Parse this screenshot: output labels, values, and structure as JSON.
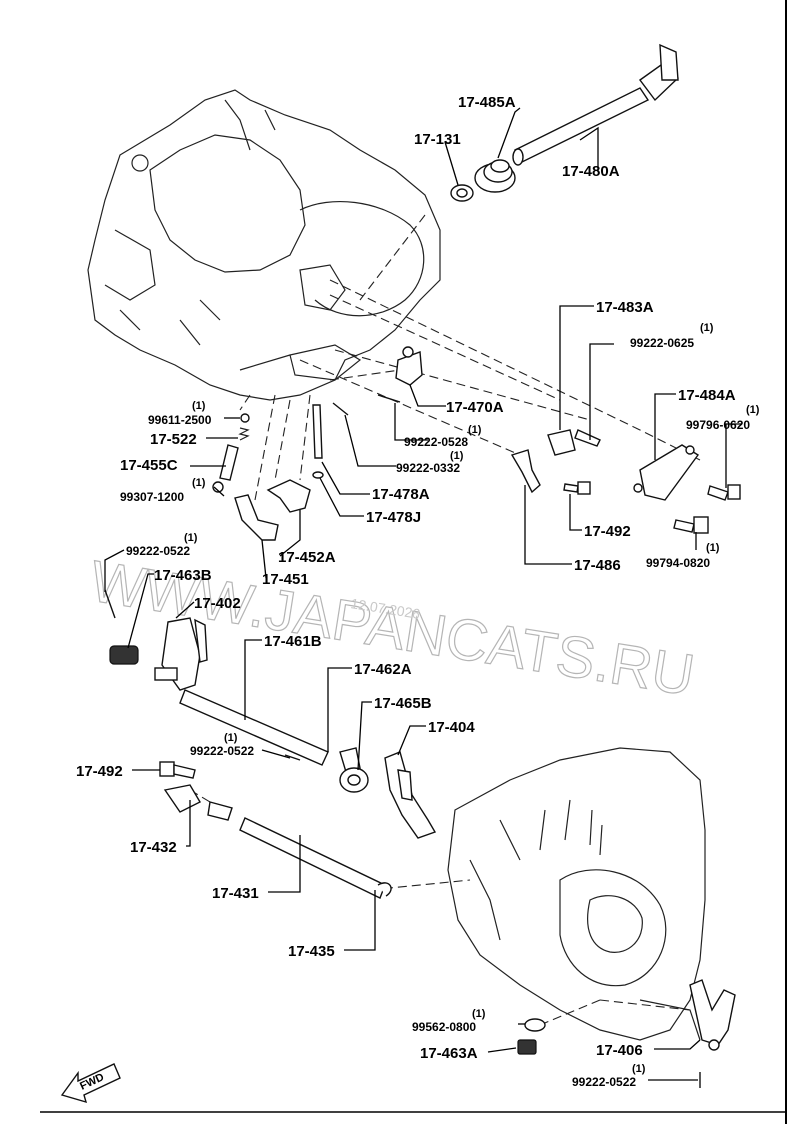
{
  "watermark": {
    "text": "WWW.JAPANCATS.RU",
    "date": "12.07.2026"
  },
  "fwd_label": "FWD",
  "labels": [
    {
      "code": "17-485A"
    },
    {
      "code": "17-131"
    },
    {
      "code": "17-480A"
    },
    {
      "code": "17-483A"
    },
    {
      "code": "99222-0625",
      "qty": "(1)"
    },
    {
      "code": "17-484A"
    },
    {
      "code": "99796-0620",
      "qty": "(1)"
    },
    {
      "code": "17-470A"
    },
    {
      "code": "99611-2500",
      "qty": "(1)"
    },
    {
      "code": "17-522"
    },
    {
      "code": "99222-0528",
      "qty": "(1)"
    },
    {
      "code": "17-455C"
    },
    {
      "code": "99222-0332",
      "qty": "(1)"
    },
    {
      "code": "99307-1200",
      "qty": "(1)"
    },
    {
      "code": "17-478A"
    },
    {
      "code": "17-492"
    },
    {
      "code": "17-478J"
    },
    {
      "code": "99794-0820",
      "qty": "(1)"
    },
    {
      "code": "17-452A"
    },
    {
      "code": "17-486"
    },
    {
      "code": "17-451"
    },
    {
      "code": "99222-0522",
      "qty": "(1)"
    },
    {
      "code": "17-463B"
    },
    {
      "code": "17-402"
    },
    {
      "code": "17-461B"
    },
    {
      "code": "17-462A"
    },
    {
      "code": "17-465B"
    },
    {
      "code": "17-404"
    },
    {
      "code": "99222-0522",
      "qty": "(1)"
    },
    {
      "code": "17-492"
    },
    {
      "code": "17-432"
    },
    {
      "code": "17-431"
    },
    {
      "code": "17-435"
    },
    {
      "code": "99562-0800",
      "qty": "(1)"
    },
    {
      "code": "17-463A"
    },
    {
      "code": "17-406"
    },
    {
      "code": "99222-0522",
      "qty": "(1)"
    }
  ]
}
